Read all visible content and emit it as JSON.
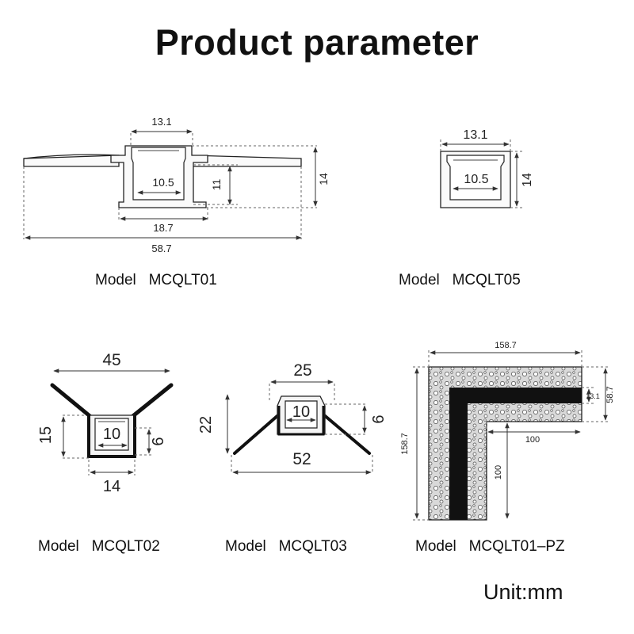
{
  "title": "Product parameter",
  "unit": "Unit:mm",
  "models": [
    {
      "label": "Model",
      "name": "MCQLT01",
      "dims": {
        "top": "13.1",
        "inner": "10.5",
        "depth": "11",
        "height": "14",
        "bottom": "18.7",
        "total": "58.7"
      }
    },
    {
      "label": "Model",
      "name": "MCQLT05",
      "dims": {
        "top": "13.1",
        "inner": "10.5",
        "height": "14"
      }
    },
    {
      "label": "Model",
      "name": "MCQLT02",
      "dims": {
        "top": "45",
        "height": "15",
        "inner": "10",
        "depth": "6",
        "bottom": "14"
      }
    },
    {
      "label": "Model",
      "name": "MCQLT03",
      "dims": {
        "top": "25",
        "height": "22",
        "inner": "10",
        "depth": "6",
        "bottom": "52"
      }
    },
    {
      "label": "Model",
      "name": "MCQLT01–PZ",
      "dims": {
        "width": "158.7",
        "height": "158.7",
        "slot": "13.1",
        "thick": "58.7",
        "arm_h": "100",
        "arm_v": "100"
      }
    }
  ]
}
